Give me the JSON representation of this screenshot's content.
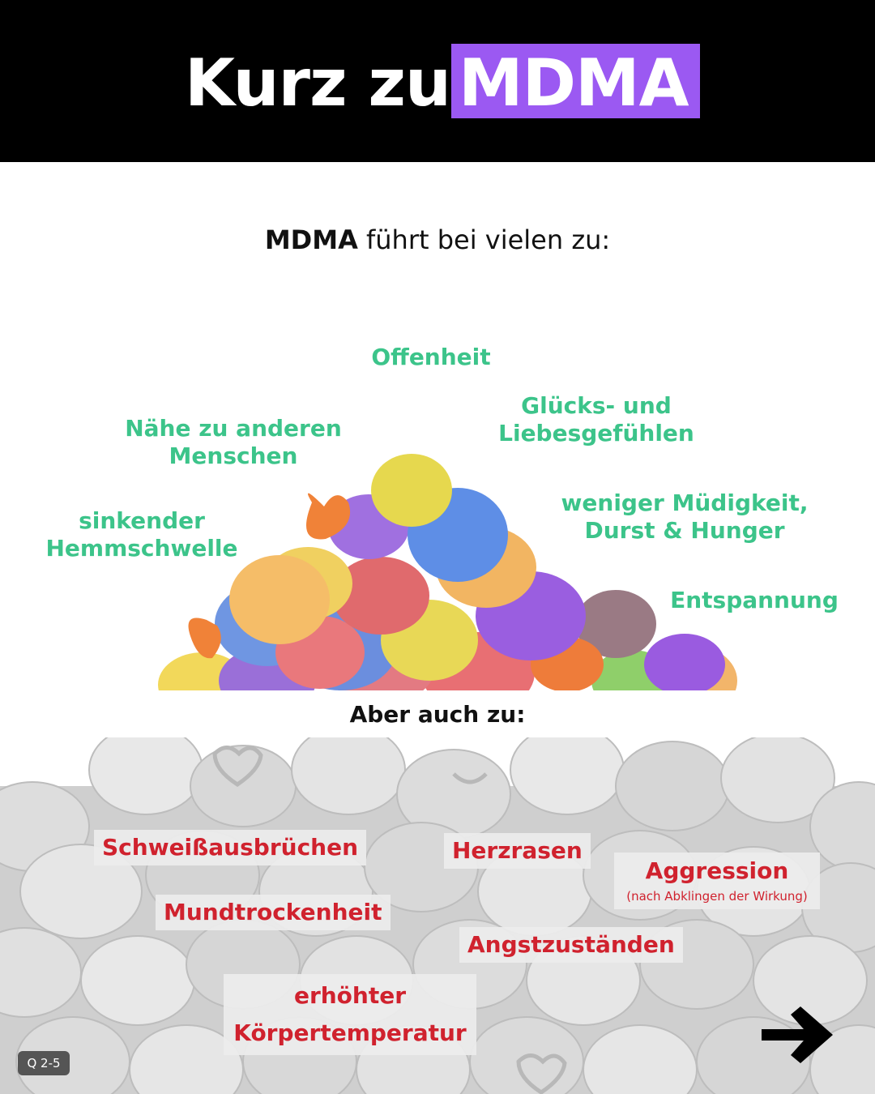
{
  "header": {
    "title_plain": "Kurz zu",
    "title_highlight": "MDMA",
    "highlight_color": "#9b59f2"
  },
  "intro": {
    "bold": "MDMA",
    "rest": "führt bei vielen zu:"
  },
  "positive_color": "#3cc48a",
  "positive_effects": [
    "Offenheit",
    "Glücks- und\nLiebesgefühlen",
    "Nähe zu anderen\nMenschen",
    "sinkender\nHemmschwelle",
    "weniger Müdigkeit,\nDurst & Hunger",
    "Entspannung"
  ],
  "negative_heading": "Aber auch zu:",
  "negative_color": "#d0222e",
  "negative_effects": [
    "Schweißausbrüchen",
    "Herzrasen",
    "Mundtrockenheit",
    "Angstzuständen",
    "erhöhter\nKörpertemperatur"
  ],
  "aggression": {
    "label": "Aggression",
    "note": "(nach Abklingen der Wirkung)"
  },
  "page_badge": "Q 2-5",
  "icons": {
    "next": "arrow-right-icon"
  }
}
